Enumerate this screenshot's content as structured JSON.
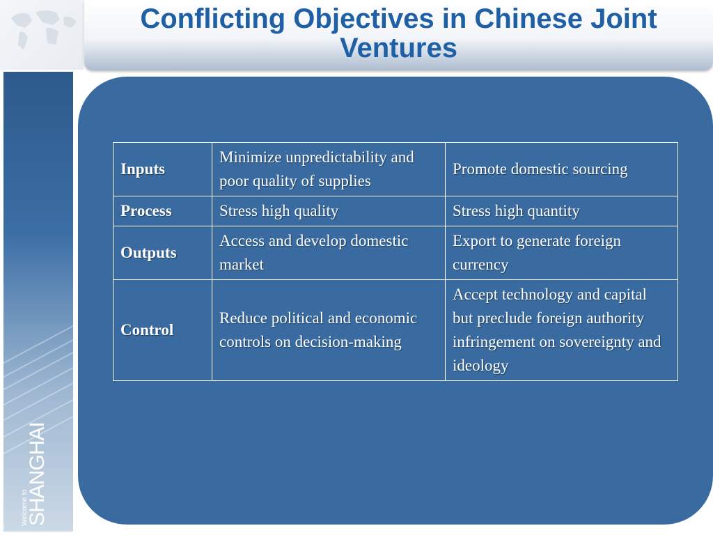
{
  "slide": {
    "title": "Conflicting Objectives in Chinese Joint Ventures",
    "brand_text": {
      "welcome": "Welcome to",
      "city": "SHANGHAI"
    },
    "colors": {
      "panel": "#396ba0",
      "title": "#1f5fa6",
      "table_text": "#ffffff"
    }
  },
  "table": {
    "rows": [
      {
        "category": "Inputs",
        "col_a": "Minimize unpredictability and poor quality of supplies",
        "col_b": "Promote domestic sourcing"
      },
      {
        "category": "Process",
        "col_a": "Stress high quality",
        "col_b": "Stress high quantity"
      },
      {
        "category": "Outputs",
        "col_a": "Access and develop domestic market",
        "col_b": "Export to generate foreign currency"
      },
      {
        "category": "Control",
        "col_a": "Reduce political and economic controls on decision-making",
        "col_b": "Accept technology and capital but preclude foreign authority infringement on sovereignty and ideology"
      }
    ]
  }
}
